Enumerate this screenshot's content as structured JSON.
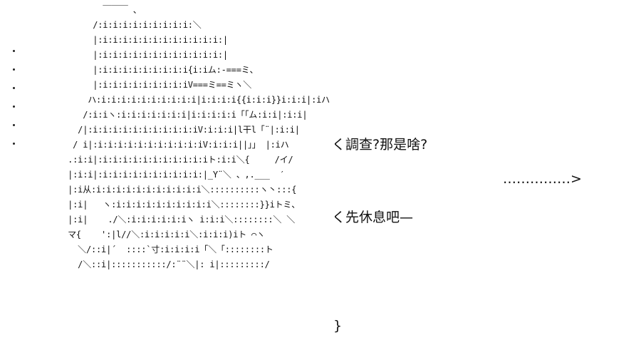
{
  "art": {
    "lines": [
      "            ￣￣￣ 、",
      "          /:i:i:i:i:i:i:i:i:i:＼",
      "          |:i:i:i:i:i:i:i:i:i:i:i:i:|",
      "          |:i:i:i:i:i:i:i:i:i:i:i:i:|",
      "          |:i:i:i:i:i:i:i:i:i{i:iム:-===ミ、",
      "          |:i:i:i:i:i:i:i:i:iV===ミ==ミヽ＼",
      "         ハ:i:i:i:i:i:i:i:i:i:i|i:i:i:i{{i:i:i}}i:i:i|:iハ",
      "        /:i:iヽ:i:i:i:i:i:i:i|i:i:i:i:i「「ム:i:i|:i:i|",
      "       /|:i:i:i:i:i:i:i:i:i:i:iV:i:i:i|l干l「¨|:i:i|",
      "      / i|:i:i:i:i:i:i:i:i:i:i:iV:i:i:i||」」 |:iハ",
      "     .:i:i|:i:i:i:i:i:i:i:i:i:i:iト:i:i＼{     /イ/",
      "     |:i:i|:i:i:i:i:i:i:i:i:i:i:|_Y¨＼ 、,.___  ′",
      "     |:i从:i:i:i:i:i:i:i:i:i:i:i＼::::::::::ヽ丶:::{",
      "     |:i|   ヽ:i:i:i:i:i:i:i:i:i:i＼::::::::}}iトミ、",
      "     |:i|    ./＼:i:i:i:i:i:iヽ i:i:i＼::::::::＼ ＼",
      "     マ{    ':|l//＼:i:i:i:i:i＼:i:i:i)iト ⌒ヽ",
      "       ＼/::i|´  ::::`寸:i:i:i:i「＼「::::::::ト",
      "       /＼::i|:::::::::::/:¨¨＼|: i|:::::::::/"
    ]
  },
  "dots": [
    "·",
    "·",
    "·",
    "·",
    "·",
    "·"
  ],
  "dialogue": {
    "line1": "く調查?那是啥?",
    "line2": "……………>",
    "line3": "く先休息吧—",
    "line4": "}"
  }
}
